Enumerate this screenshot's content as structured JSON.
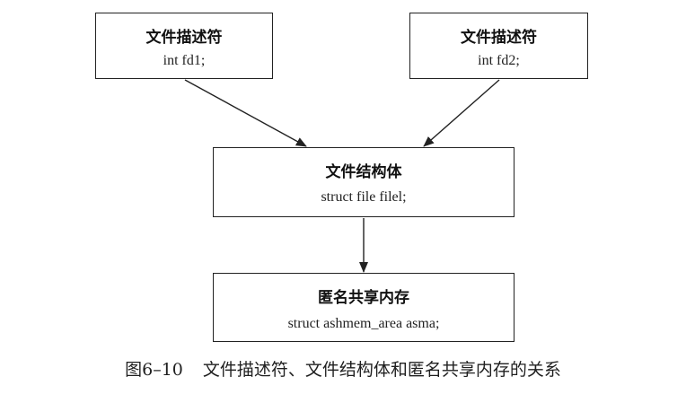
{
  "diagram": {
    "nodes": [
      {
        "id": "fd1",
        "title": "文件描述符",
        "code": "int fd1;"
      },
      {
        "id": "fd2",
        "title": "文件描述符",
        "code": "int fd2;"
      },
      {
        "id": "file",
        "title": "文件结构体",
        "code": "struct file filel;"
      },
      {
        "id": "ashmem",
        "title": "匿名共享内存",
        "code": "struct ashmem_area asma;"
      }
    ],
    "edges": [
      {
        "from": "fd1",
        "to": "file"
      },
      {
        "from": "fd2",
        "to": "file"
      },
      {
        "from": "file",
        "to": "ashmem"
      }
    ]
  },
  "caption": {
    "number": "图6–10",
    "text": "文件描述符、文件结构体和匿名共享内存的关系"
  }
}
